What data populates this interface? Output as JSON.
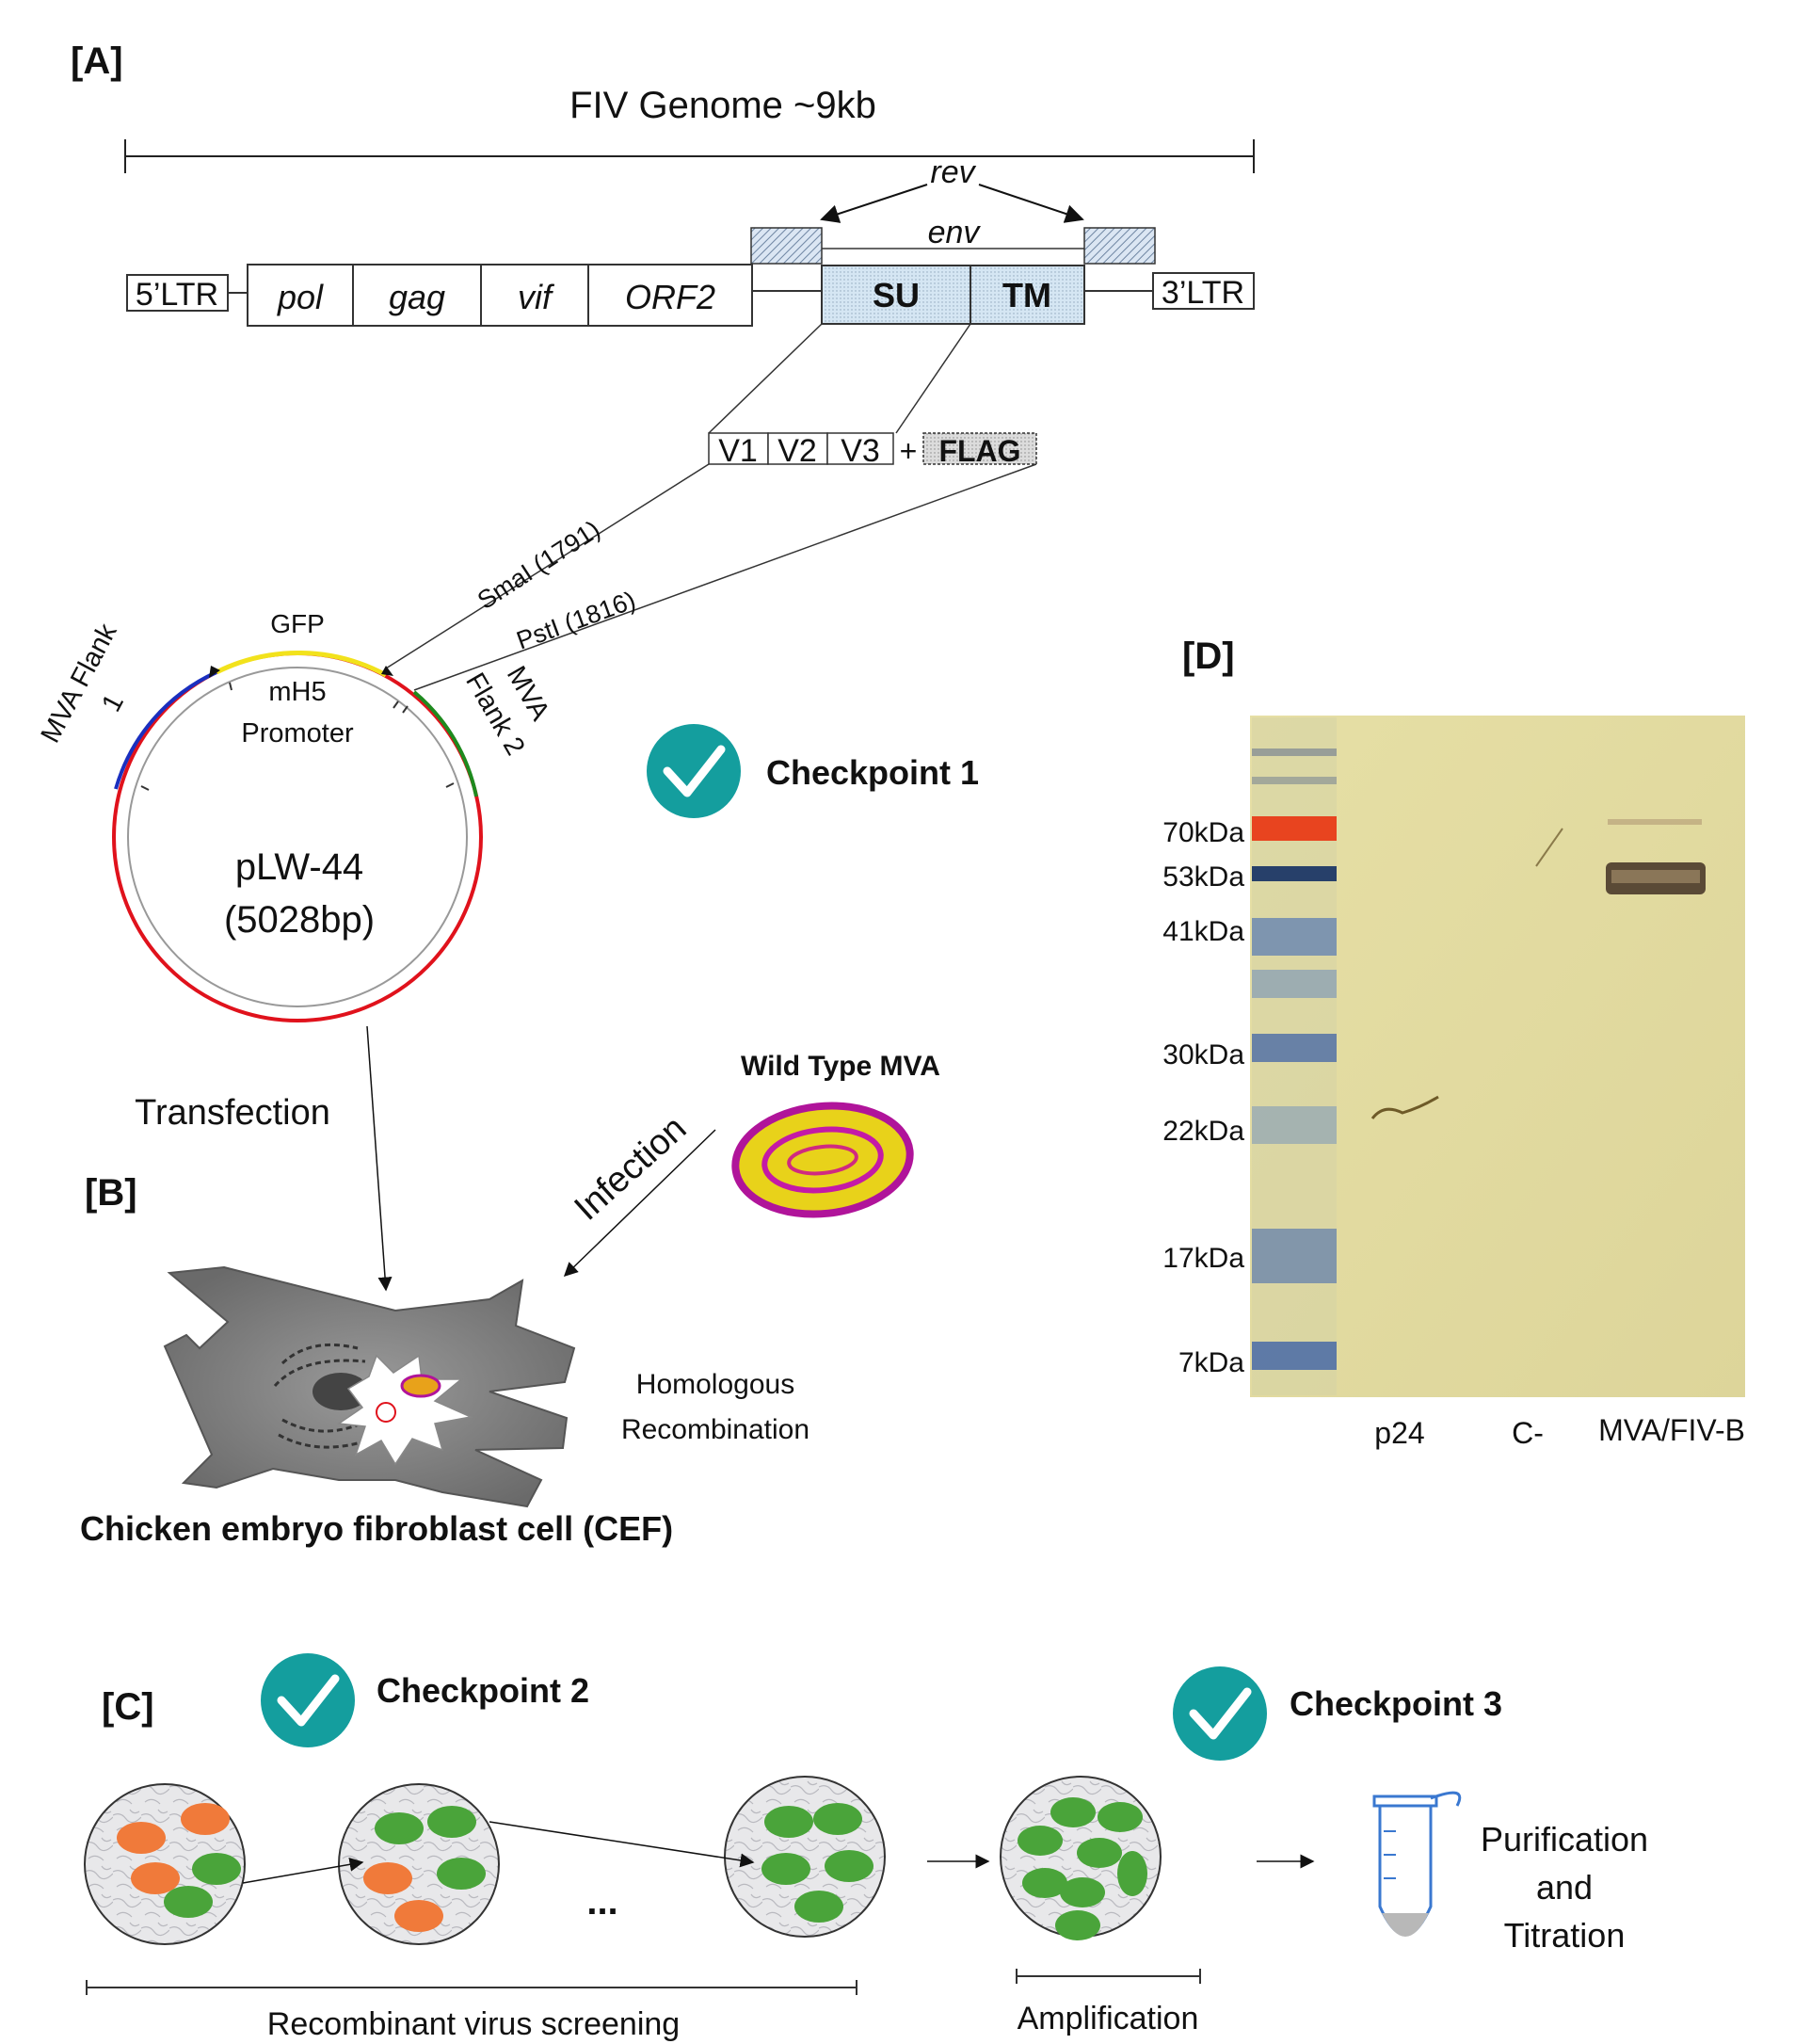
{
  "panels": {
    "a": "[A]",
    "b": "[B]",
    "c": "[C]",
    "d": "[D]"
  },
  "genome": {
    "title": "FIV Genome ~9kb",
    "ltr5": "5’LTR",
    "ltr3": "3’LTR",
    "genes": [
      "pol",
      "gag",
      "vif",
      "ORF2"
    ],
    "rev": "rev",
    "env": "env",
    "su": "SU",
    "tm": "TM"
  },
  "insert": {
    "v1": "V1",
    "v2": "V2",
    "v3": "V3",
    "plus": "+",
    "flag": "FLAG"
  },
  "plasmid": {
    "sites": [
      "SmaI (1791)",
      "PstI (1816)"
    ],
    "gfp": "GFP",
    "promoter_line1": "mH5",
    "promoter_line2": "Promoter",
    "flank1_line1": "MVA Flank",
    "flank1_line2": "1",
    "flank2_line1": "MVA",
    "flank2_line2": "Flank 2",
    "name": "pLW-44",
    "size": "(5028bp)",
    "colors": {
      "flank1": "#1a2fbf",
      "gfp": "#f2e21c",
      "flank2": "#1e8a1e",
      "backbone": "#e0121c"
    }
  },
  "checkpoints": [
    "Checkpoint 1",
    "Checkpoint 2",
    "Checkpoint 3"
  ],
  "checkpoint_color": "#149e9e",
  "steps": {
    "transfection": "Transfection",
    "infection": "Infection",
    "wild_type": "Wild Type MVA",
    "recomb_line1": "Homologous",
    "recomb_line2": "Recombination",
    "cell": "Chicken embryo fibroblast cell (CEF)"
  },
  "screening": {
    "ellipsis": "...",
    "screening_label": "Recombinant virus screening",
    "amplification": "Amplification",
    "final_line1": "Purification",
    "final_line2": "and",
    "final_line3": "Titration"
  },
  "blot": {
    "markers": [
      "70kDa",
      "53kDa",
      "41kDa",
      "30kDa",
      "22kDa",
      "17kDa",
      "7kDa"
    ],
    "lanes": [
      "p24",
      "C-",
      "MVA/FIV-B"
    ]
  }
}
